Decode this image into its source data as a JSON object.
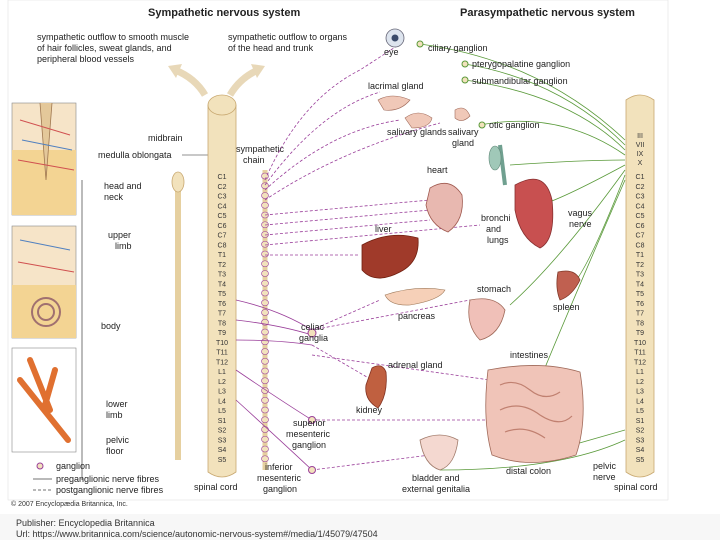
{
  "diagram": {
    "title_left": "Sympathetic nervous system",
    "title_right": "Parasympathetic nervous system",
    "outflow_smooth": [
      "sympathetic outflow to smooth muscle",
      "of hair follicles, sweat glands, and",
      "peripheral blood vessels"
    ],
    "outflow_organs": [
      "sympathetic outflow to organs",
      "of the head and trunk"
    ],
    "labels": {
      "midbrain": "midbrain",
      "medulla": "medulla oblongata",
      "symp_chain": [
        "sympathetic",
        "chain"
      ],
      "head_neck": [
        "head and",
        "neck"
      ],
      "upper_limb": [
        "upper",
        "limb"
      ],
      "body": "body",
      "lower_limb": [
        "lower",
        "limb"
      ],
      "pelvic_floor": [
        "pelvic",
        "floor"
      ],
      "eye": "eye",
      "ciliary": "ciliary ganglion",
      "ptery": "pterygopalatine ganglion",
      "submand": "submandibular ganglion",
      "lacrimal": "lacrimal gland",
      "salivary": "salivary glands",
      "salivary_gland": [
        "salivary",
        "gland"
      ],
      "otic": "otic ganglion",
      "heart": "heart",
      "bronchi": [
        "bronchi",
        "and",
        "lungs"
      ],
      "vagus": [
        "vagus",
        "nerve"
      ],
      "liver": "liver",
      "stomach": "stomach",
      "spleen": "spleen",
      "pancreas": "pancreas",
      "celiac": [
        "celiac",
        "ganglia"
      ],
      "adrenal": "adrenal gland",
      "intestines": "intestines",
      "kidney": "kidney",
      "superior_mes": [
        "superior",
        "mesenteric",
        "ganglion"
      ],
      "inferior_mes": [
        "inferior",
        "mesenteric",
        "ganglion"
      ],
      "bladder": [
        "bladder and",
        "external genitalia"
      ],
      "distal_colon": "distal colon",
      "pelvic_nerve": [
        "pelvic",
        "nerve"
      ],
      "spinal_cord_left": "spinal cord",
      "spinal_cord_right": "spinal cord"
    },
    "segments": [
      "C1",
      "C2",
      "C3",
      "C4",
      "C5",
      "C6",
      "C7",
      "C8",
      "T1",
      "T2",
      "T3",
      "T4",
      "T5",
      "T6",
      "T7",
      "T8",
      "T9",
      "T10",
      "T11",
      "T12",
      "L1",
      "L2",
      "L3",
      "L4",
      "L5",
      "S1",
      "S2",
      "S3",
      "S4",
      "S5"
    ],
    "cranial_nerves": [
      "III",
      "VII",
      "IX",
      "X"
    ],
    "legend": [
      "ganglion",
      "preganglionic nerve fibres",
      "postganglionic nerve fibres"
    ],
    "copyright": "© 2007 Encyclopædia Britannica, Inc."
  },
  "footer": {
    "publisher": "Publisher: Encyclopedia Britannica",
    "url": "Url: https://www.britannica.com/science/autonomic-nervous-system#/media/1/45079/47504"
  },
  "colors": {
    "sympathetic_fiber": "#9a3f9a",
    "parasympathetic_fiber": "#5a9a3a",
    "spinal_cord": "#f2e2bc",
    "cord_outline": "#c8a870",
    "organ_red": "#b84a3a",
    "organ_pink": "#e8b0a8"
  }
}
